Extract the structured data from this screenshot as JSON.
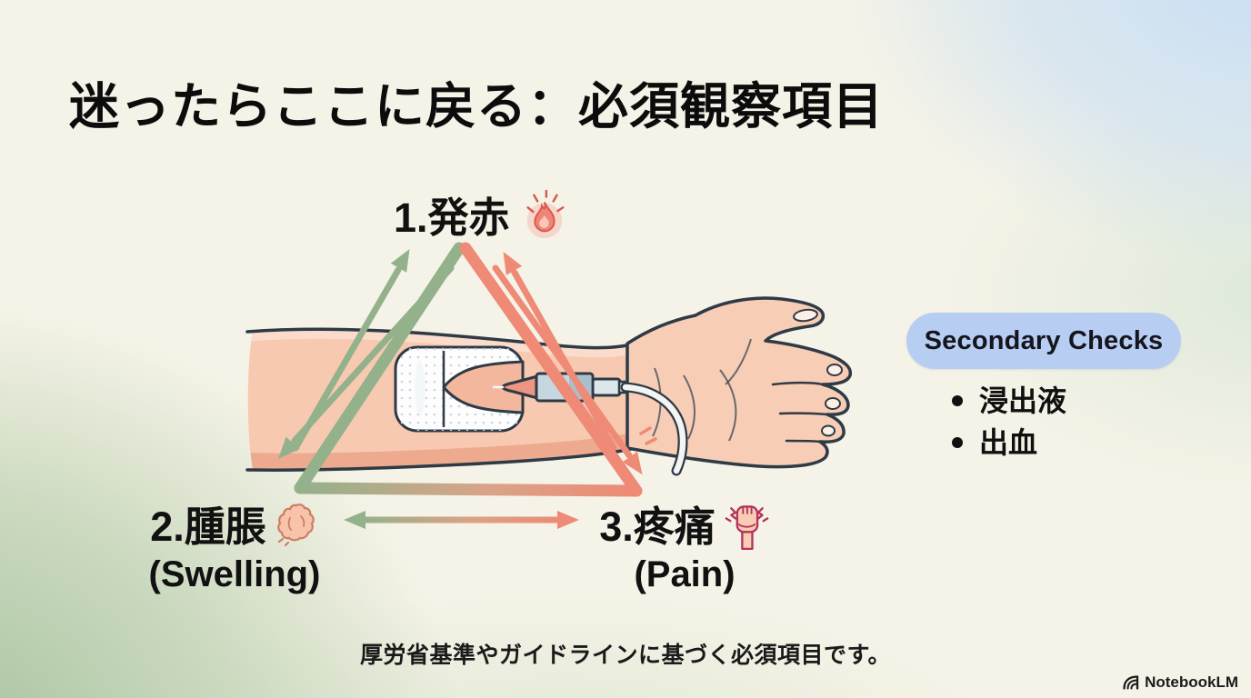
{
  "slide": {
    "title": "迷ったらここに戻る：必須観察項目",
    "footer_note": "厚労省基準やガイドラインに基づく必須項目です。",
    "brand": "NotebookLM"
  },
  "observations": {
    "item1": {
      "label": "1.発赤",
      "icon": "flame-icon"
    },
    "item2": {
      "label": "2.腫脹",
      "sub": "(Swelling)",
      "icon": "swelling-icon"
    },
    "item3": {
      "label": "3.疼痛",
      "sub": "(Pain)",
      "icon": "pain-fist-icon"
    }
  },
  "secondary_checks": {
    "title": "Secondary Checks",
    "items": [
      "浸出液",
      "出血"
    ]
  },
  "colors": {
    "observe_green": "#93b18b",
    "alert_red": "#ee8a75",
    "badge_blue": "#b7cdf2",
    "skin": "#f7c9b1",
    "outline": "#2e3a45"
  }
}
